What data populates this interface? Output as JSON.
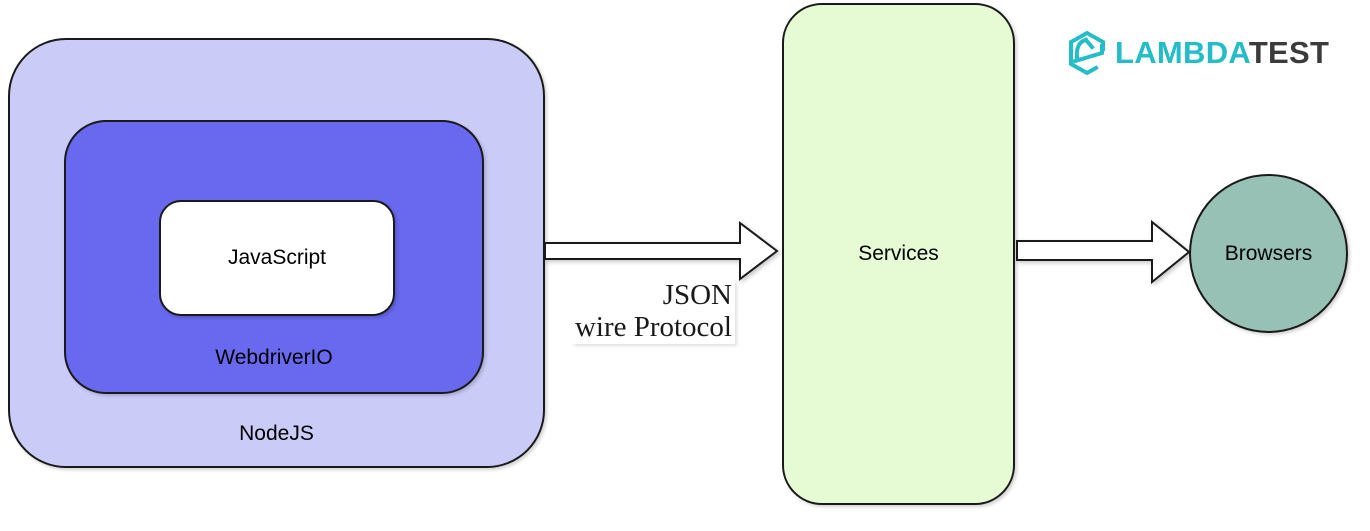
{
  "diagram": {
    "nodejs_label": "NodeJS",
    "webdriverio_label": "WebdriverIO",
    "javascript_label": "JavaScript",
    "services_label": "Services",
    "browsers_label": "Browsers",
    "arrow1_label_line1": "JSON",
    "arrow1_label_line2": "wire Protocol"
  },
  "logo": {
    "brand_primary": "LAMBDA",
    "brand_secondary": "TEST"
  },
  "colors": {
    "nodejs_fill": "#cbcbf8",
    "webdriverio_fill": "#6969ef",
    "javascript_fill": "#ffffff",
    "services_fill": "#e6fbd3",
    "browsers_fill": "#97c1b5",
    "outline": "#1a1a1a",
    "logo_teal": "#24bdc7",
    "logo_dark": "#3b3b3b"
  }
}
